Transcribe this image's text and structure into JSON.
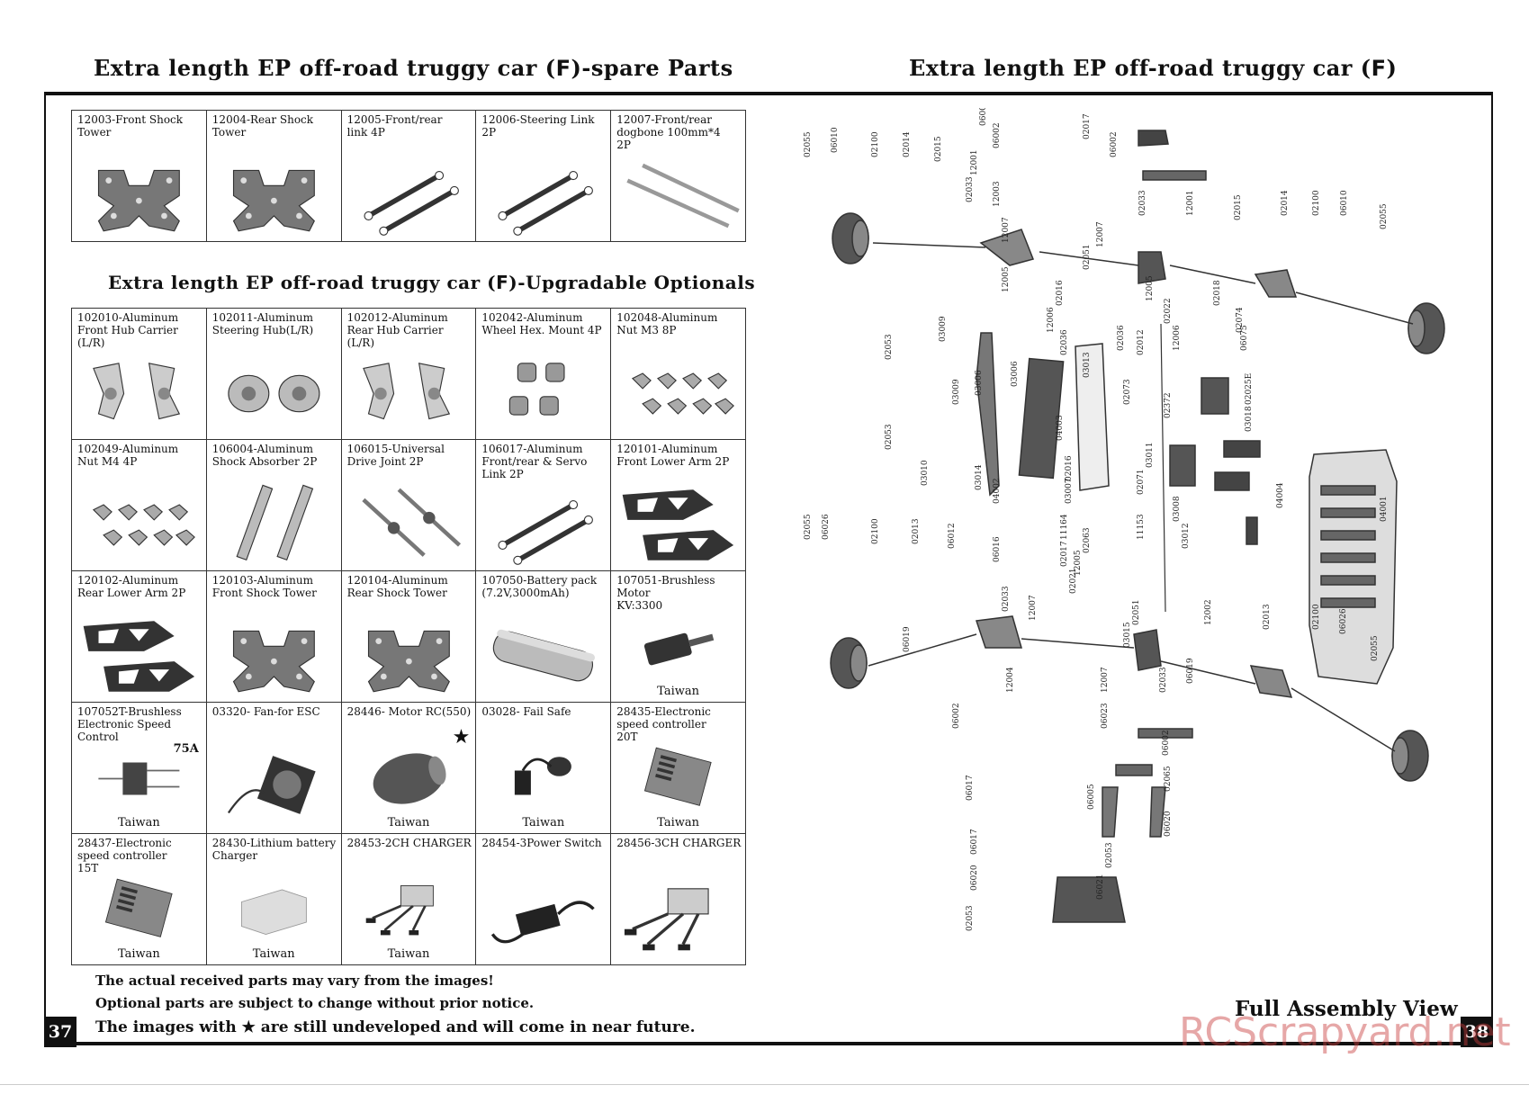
{
  "left_title": {
    "prefix": "Extra length EP off-road truggy car (",
    "letter": "F",
    "suffix": ")-spare Parts"
  },
  "right_title": {
    "prefix": "Extra length EP off-road truggy car (",
    "letter": "F",
    "suffix": ")"
  },
  "upgrade_title": {
    "prefix": "Extra length EP off-road truggy car (",
    "letter": "F",
    "suffix": ")-Upgradable Optionals"
  },
  "spare_parts": [
    {
      "name": "12003-Front Shock\n Tower",
      "icon": "shock-tower-icon"
    },
    {
      "name": "12004-Rear Shock\n Tower",
      "icon": "shock-tower-icon"
    },
    {
      "name": "12005-Front/rear\nlink                              4P",
      "icon": "link-icon"
    },
    {
      "name": "12006-Steering Link\n                                   2P",
      "icon": "link-icon"
    },
    {
      "name": "12007-Front/rear\ndogbone  100mm*4\n                                 2P",
      "icon": "dogbone-icon"
    }
  ],
  "optionals": [
    {
      "name": "102010-Aluminum\nFront Hub Carrier (L/R)",
      "icon": "hub-carrier-icon"
    },
    {
      "name": "102011-Aluminum\nSteering Hub(L/R)",
      "icon": "steering-hub-icon"
    },
    {
      "name": "102012-Aluminum\nRear Hub Carrier\n(L/R)",
      "icon": "hub-carrier-icon"
    },
    {
      "name": "102042-Aluminum\nWheel Hex. Mount 4P",
      "icon": "hex-mount-icon"
    },
    {
      "name": "102048-Aluminum\nNut M3              8P",
      "icon": "nut-icon"
    },
    {
      "name": "102049-Aluminum\nNut M4             4P",
      "icon": "nut-icon"
    },
    {
      "name": "106004-Aluminum\nShock Absorber 2P",
      "icon": "shock-absorber-icon"
    },
    {
      "name": "106015-Universal\nDrive Joint        2P",
      "icon": "drive-joint-icon"
    },
    {
      "name": "106017-Aluminum\nFront/rear & Servo\nLink                  2P",
      "icon": "link-icon"
    },
    {
      "name": "120101-Aluminum\nFront Lower Arm 2P",
      "icon": "lower-arm-icon"
    },
    {
      "name": "120102-Aluminum\nRear Lower Arm 2P",
      "icon": "lower-arm-icon"
    },
    {
      "name": "120103-Aluminum\nFront Shock Tower",
      "icon": "shock-tower-icon"
    },
    {
      "name": "120104-Aluminum\nRear Shock Tower",
      "icon": "shock-tower-icon"
    },
    {
      "name": "107050-Battery pack\n (7.2V,3000mAh)",
      "icon": "battery-pack-icon"
    },
    {
      "name": "107051-Brushless Motor\n                          KV:3300",
      "icon": "brushless-motor-icon",
      "origin": "Taiwan"
    },
    {
      "name": "107052T-Brushless\nElectronic Speed\nControl",
      "extra": "75A",
      "icon": "esc-icon",
      "origin": "Taiwan"
    },
    {
      "name": "03320- Fan-for ESC",
      "icon": "fan-icon"
    },
    {
      "name": "28446- Motor RC(550)",
      "icon": "motor-icon",
      "origin": "Taiwan",
      "star": "★"
    },
    {
      "name": "03028- Fail Safe",
      "icon": "fail-safe-icon",
      "origin": "Taiwan"
    },
    {
      "name": "28435-Electronic\n          speed controller\n                                20T",
      "icon": "speed-controller-icon",
      "origin": "Taiwan"
    },
    {
      "name": "28437-Electronic\n      speed controller\n                            15T",
      "icon": "speed-controller-icon",
      "origin": "Taiwan"
    },
    {
      "name": "28430-Lithium battery\nCharger",
      "icon": "charger-icon",
      "origin": "Taiwan"
    },
    {
      "name": "28453-2CH CHARGER",
      "icon": "charger-clips-icon",
      "origin": "Taiwan"
    },
    {
      "name": "28454-3Power Switch",
      "icon": "power-switch-icon"
    },
    {
      "name": "28456-3CH CHARGER",
      "icon": "charger-clips-icon"
    }
  ],
  "notes": [
    "The actual received parts may vary from the images!",
    "Optional parts are subject to change without prior notice.",
    "The images with ★ are still undeveloped and will come in near future."
  ],
  "page_left": "37",
  "page_right": "38",
  "assembly_label": "Full Assembly View",
  "watermark": "RCScrapyard.net",
  "diagram_labels": [
    "06003",
    "02055",
    "06010",
    "02100",
    "02014",
    "02015",
    "12001",
    "06002",
    "02017",
    "06002",
    "02033",
    "12003",
    "12007",
    "02051",
    "12007",
    "02033",
    "12001",
    "02015",
    "02014",
    "02100",
    "06010",
    "02055",
    "12005",
    "02016",
    "12006",
    "12005",
    "02022",
    "12006",
    "02018",
    "02074",
    "06075",
    "02025E",
    "02053",
    "03009",
    "03006",
    "03006",
    "03009",
    "02036",
    "03013",
    "02036",
    "02012",
    "02073",
    "02372",
    "03018",
    "04003",
    "02016",
    "03011",
    "02071",
    "03007",
    "11153",
    "03008",
    "04004",
    "04001",
    "02053",
    "03010",
    "03014",
    "04002",
    "11164",
    "02017",
    "02063",
    "03012",
    "02055",
    "06026",
    "02100",
    "02013",
    "06012",
    "06016",
    "12005",
    "02033",
    "12007",
    "02021",
    "03015",
    "02051",
    "12002",
    "02013",
    "02100",
    "06026",
    "02055",
    "06019",
    "12004",
    "12007",
    "02033",
    "06019",
    "06002",
    "06023",
    "06002",
    "06017",
    "06005",
    "02065",
    "06020",
    "06017",
    "02053",
    "06020",
    "06021",
    "02053"
  ]
}
